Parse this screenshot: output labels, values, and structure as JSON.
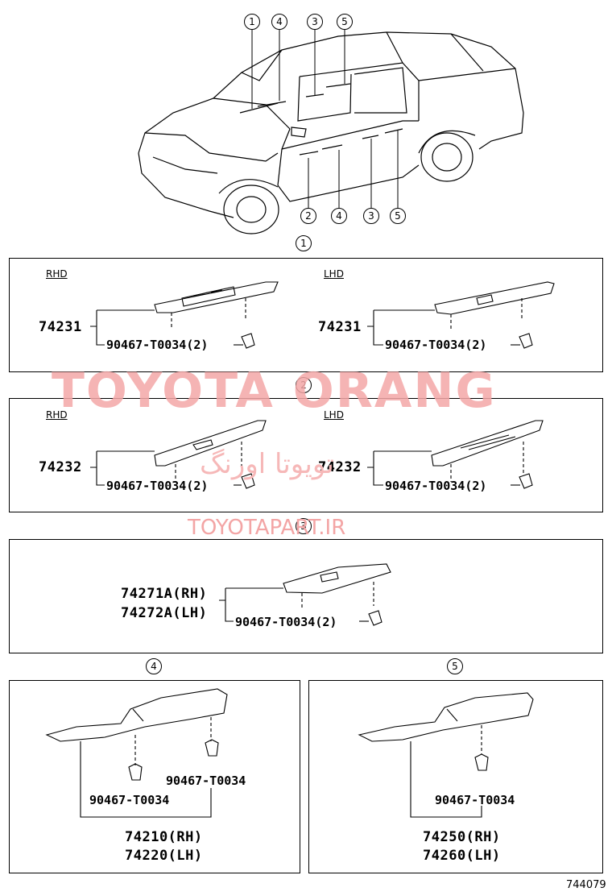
{
  "callouts": {
    "c1": "1",
    "c2": "2",
    "c3": "3",
    "c4": "4",
    "c5": "5"
  },
  "sides": {
    "rhd": "RHD",
    "lhd": "LHD"
  },
  "parts": {
    "p74231": "74231",
    "p74232": "74232",
    "p74271": "74271A(RH)",
    "p74272": "74272A(LH)",
    "p74210": "74210(RH)",
    "p74220": "74220(LH)",
    "p74250": "74250(RH)",
    "p74260": "74260(LH)",
    "clip2": "90467-T0034(2)",
    "clip": "90467-T0034"
  },
  "watermark": {
    "main": "TOYOTA ORANG",
    "persian": "تویوتا اورنگ",
    "url": "TOYOTAPART.IR"
  },
  "ref_number": "744079"
}
